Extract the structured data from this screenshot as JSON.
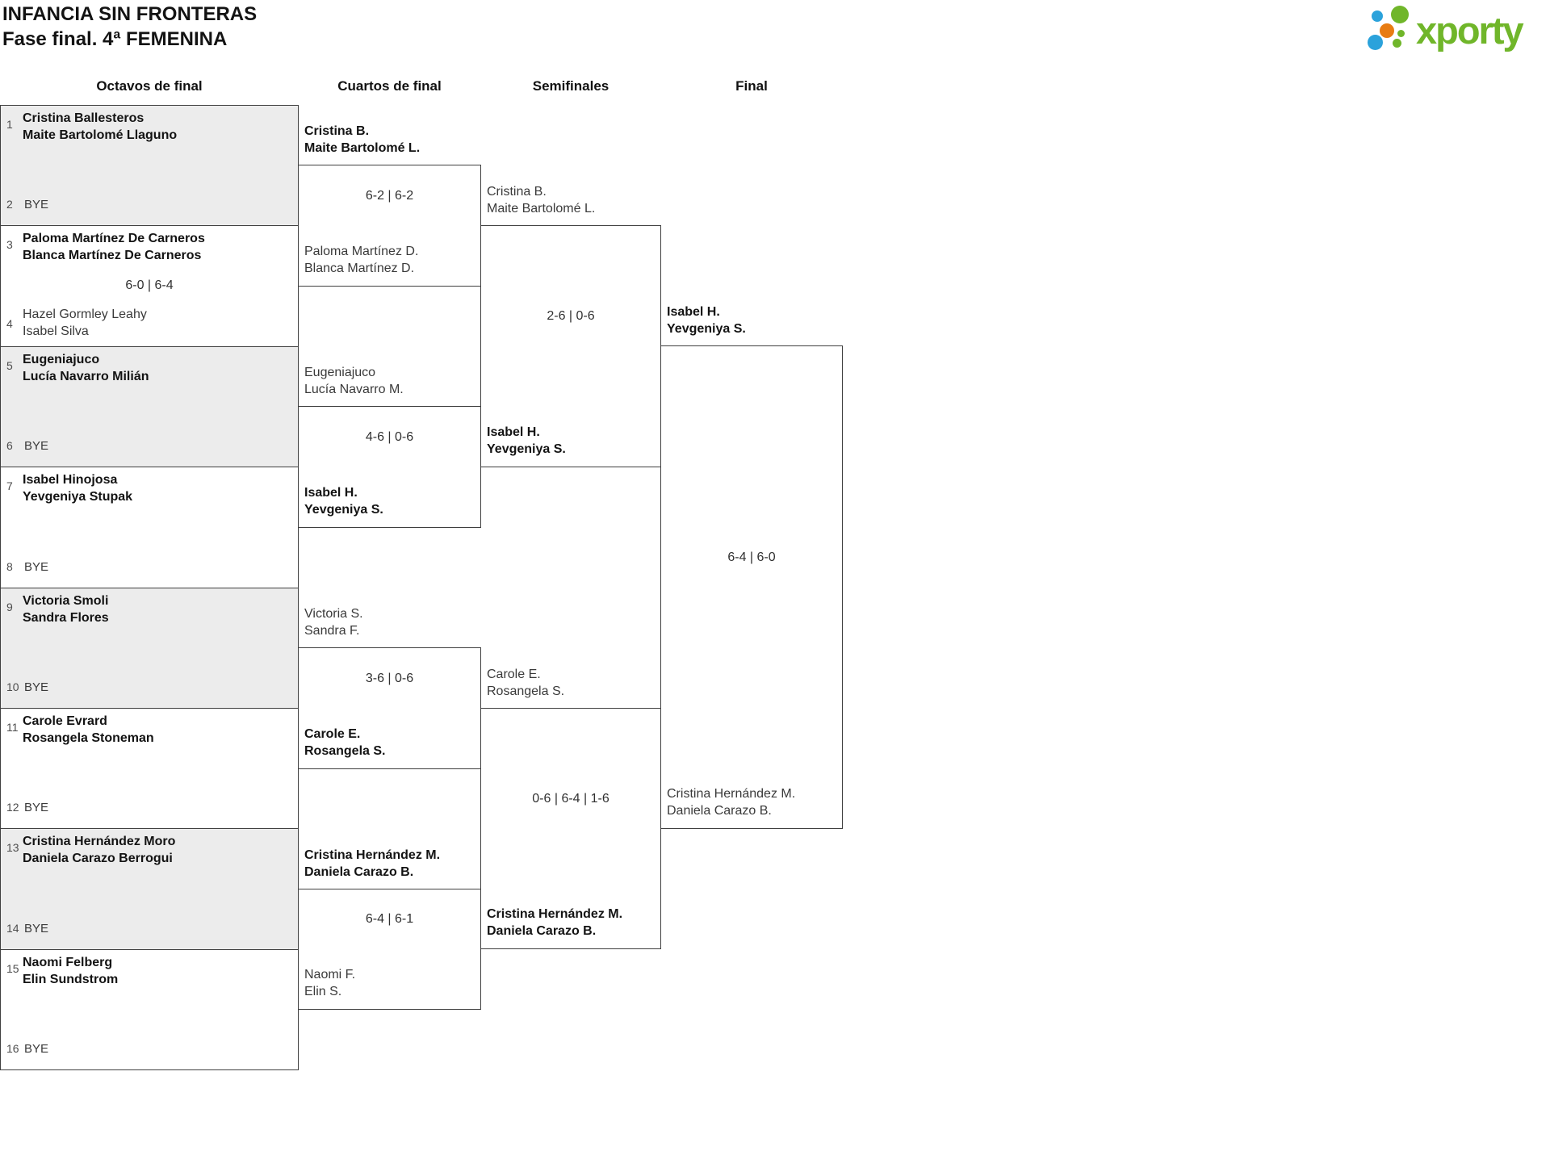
{
  "header": {
    "title1": "INFANCIA SIN FRONTERAS",
    "title2": "Fase final. 4ª FEMENINA",
    "logo_text": "xporty"
  },
  "columns": [
    "Octavos de final",
    "Cuartos de final",
    "Semifinales",
    "Final"
  ],
  "octavos": [
    {
      "n1": "1",
      "t1": [
        "Cristina Ballesteros",
        "Maite Bartolomé Llaguno"
      ],
      "w1": true,
      "n2": "2",
      "bye": "BYE",
      "score": "",
      "shaded": true
    },
    {
      "n1": "3",
      "t1": [
        "Paloma Martínez De Carneros",
        "Blanca Martínez De Carneros"
      ],
      "w1": true,
      "n2": "4",
      "t2": [
        "Hazel Gormley Leahy",
        "Isabel Silva"
      ],
      "w2": false,
      "score": "6-0 | 6-4",
      "shaded": false
    },
    {
      "n1": "5",
      "t1": [
        "Eugeniajuco",
        "Lucía Navarro Milián"
      ],
      "w1": true,
      "n2": "6",
      "bye": "BYE",
      "score": "",
      "shaded": true
    },
    {
      "n1": "7",
      "t1": [
        "Isabel Hinojosa",
        "Yevgeniya Stupak"
      ],
      "w1": true,
      "n2": "8",
      "bye": "BYE",
      "score": "",
      "shaded": false
    },
    {
      "n1": "9",
      "t1": [
        "Victoria Smoli",
        "Sandra Flores"
      ],
      "w1": true,
      "n2": "10",
      "bye": "BYE",
      "score": "",
      "shaded": true
    },
    {
      "n1": "11",
      "t1": [
        "Carole Evrard",
        "Rosangela Stoneman"
      ],
      "w1": true,
      "n2": "12",
      "bye": "BYE",
      "score": "",
      "shaded": false
    },
    {
      "n1": "13",
      "t1": [
        "Cristina Hernández Moro",
        "Daniela Carazo Berrogui"
      ],
      "w1": true,
      "n2": "14",
      "bye": "BYE",
      "score": "",
      "shaded": true
    },
    {
      "n1": "15",
      "t1": [
        "Naomi Felberg",
        "Elin Sundstrom"
      ],
      "w1": true,
      "n2": "16",
      "bye": "BYE",
      "score": "",
      "shaded": false
    }
  ],
  "cuartos": [
    {
      "t1": [
        "Cristina B.",
        "Maite Bartolomé L."
      ],
      "w1": true,
      "t2": [
        "Paloma Martínez D.",
        "Blanca Martínez D."
      ],
      "w2": false,
      "score": "6-2 | 6-2"
    },
    {
      "t1": [
        "Eugeniajuco",
        "Lucía Navarro M."
      ],
      "w1": false,
      "t2": [
        "Isabel H.",
        "Yevgeniya S."
      ],
      "w2": true,
      "score": "4-6 | 0-6"
    },
    {
      "t1": [
        "Victoria S.",
        "Sandra F."
      ],
      "w1": false,
      "t2": [
        "Carole E.",
        "Rosangela S."
      ],
      "w2": true,
      "score": "3-6 | 0-6"
    },
    {
      "t1": [
        "Cristina Hernández M.",
        "Daniela Carazo B."
      ],
      "w1": true,
      "t2": [
        "Naomi F.",
        "Elin S."
      ],
      "w2": false,
      "score": "6-4 | 6-1"
    }
  ],
  "semifinales": [
    {
      "t1": [
        "Cristina B.",
        "Maite Bartolomé L."
      ],
      "w1": false,
      "t2": [
        "Isabel H.",
        "Yevgeniya S."
      ],
      "w2": true,
      "score": "2-6 | 0-6"
    },
    {
      "t1": [
        "Carole E.",
        "Rosangela S."
      ],
      "w1": false,
      "t2": [
        "Cristina Hernández M.",
        "Daniela Carazo B."
      ],
      "w2": true,
      "score": "0-6 | 6-4 | 1-6"
    }
  ],
  "final": {
    "t1": [
      "Isabel H.",
      "Yevgeniya S."
    ],
    "w1": true,
    "t2": [
      "Cristina Hernández M.",
      "Daniela Carazo B."
    ],
    "w2": false,
    "score": "6-4 | 6-0"
  },
  "colors": {
    "brand_green": "#70b62a",
    "brand_blue": "#2ba2db",
    "brand_orange": "#e87c12",
    "shaded_box": "#ececec",
    "border": "#3f3f3f"
  }
}
